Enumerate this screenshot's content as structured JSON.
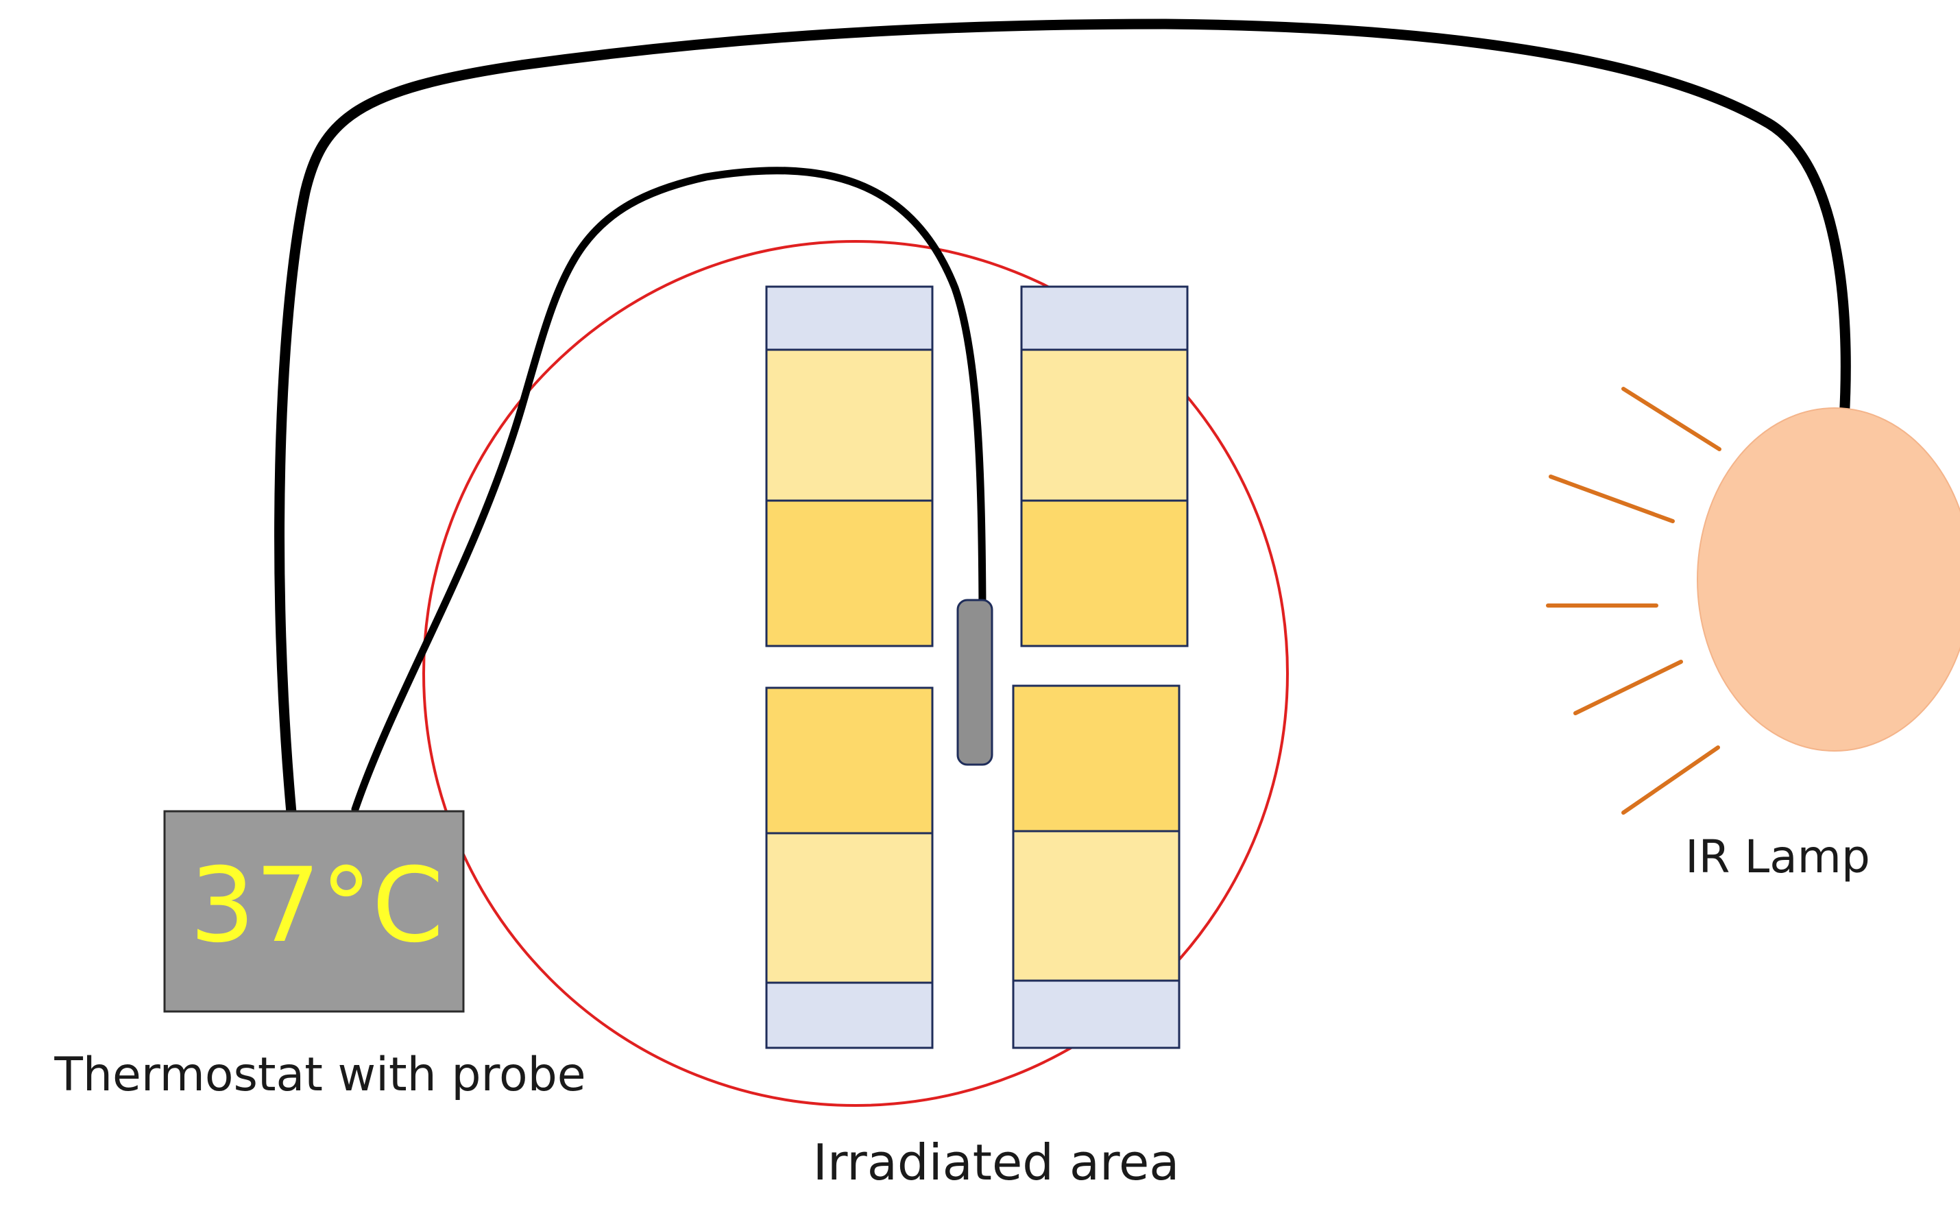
{
  "labels": {
    "thermostat": "Thermostat with probe",
    "area": "Irradiated area",
    "lamp": "IR Lamp"
  },
  "thermostat": {
    "display": "37°C"
  },
  "colors": {
    "background": "#ffffff",
    "cable": "#000000",
    "thermostat_body": "#9a9a9a",
    "display_text": "#ffff2a",
    "irradiated_circle": "#e02020",
    "sample_light": "#fde8a0",
    "sample_dark": "#fdd96a",
    "sample_cap": "#dbe1f1",
    "sample_border": "#1f2d5a",
    "probe": "#8f8f8f",
    "lamp": "#fbc8a2",
    "rays": "#d9721e"
  },
  "icons": {
    "thermostat": "thermostat-box",
    "probe": "temperature-probe",
    "lamp": "ir-lamp-bulb",
    "samples": "sample-tubes"
  }
}
